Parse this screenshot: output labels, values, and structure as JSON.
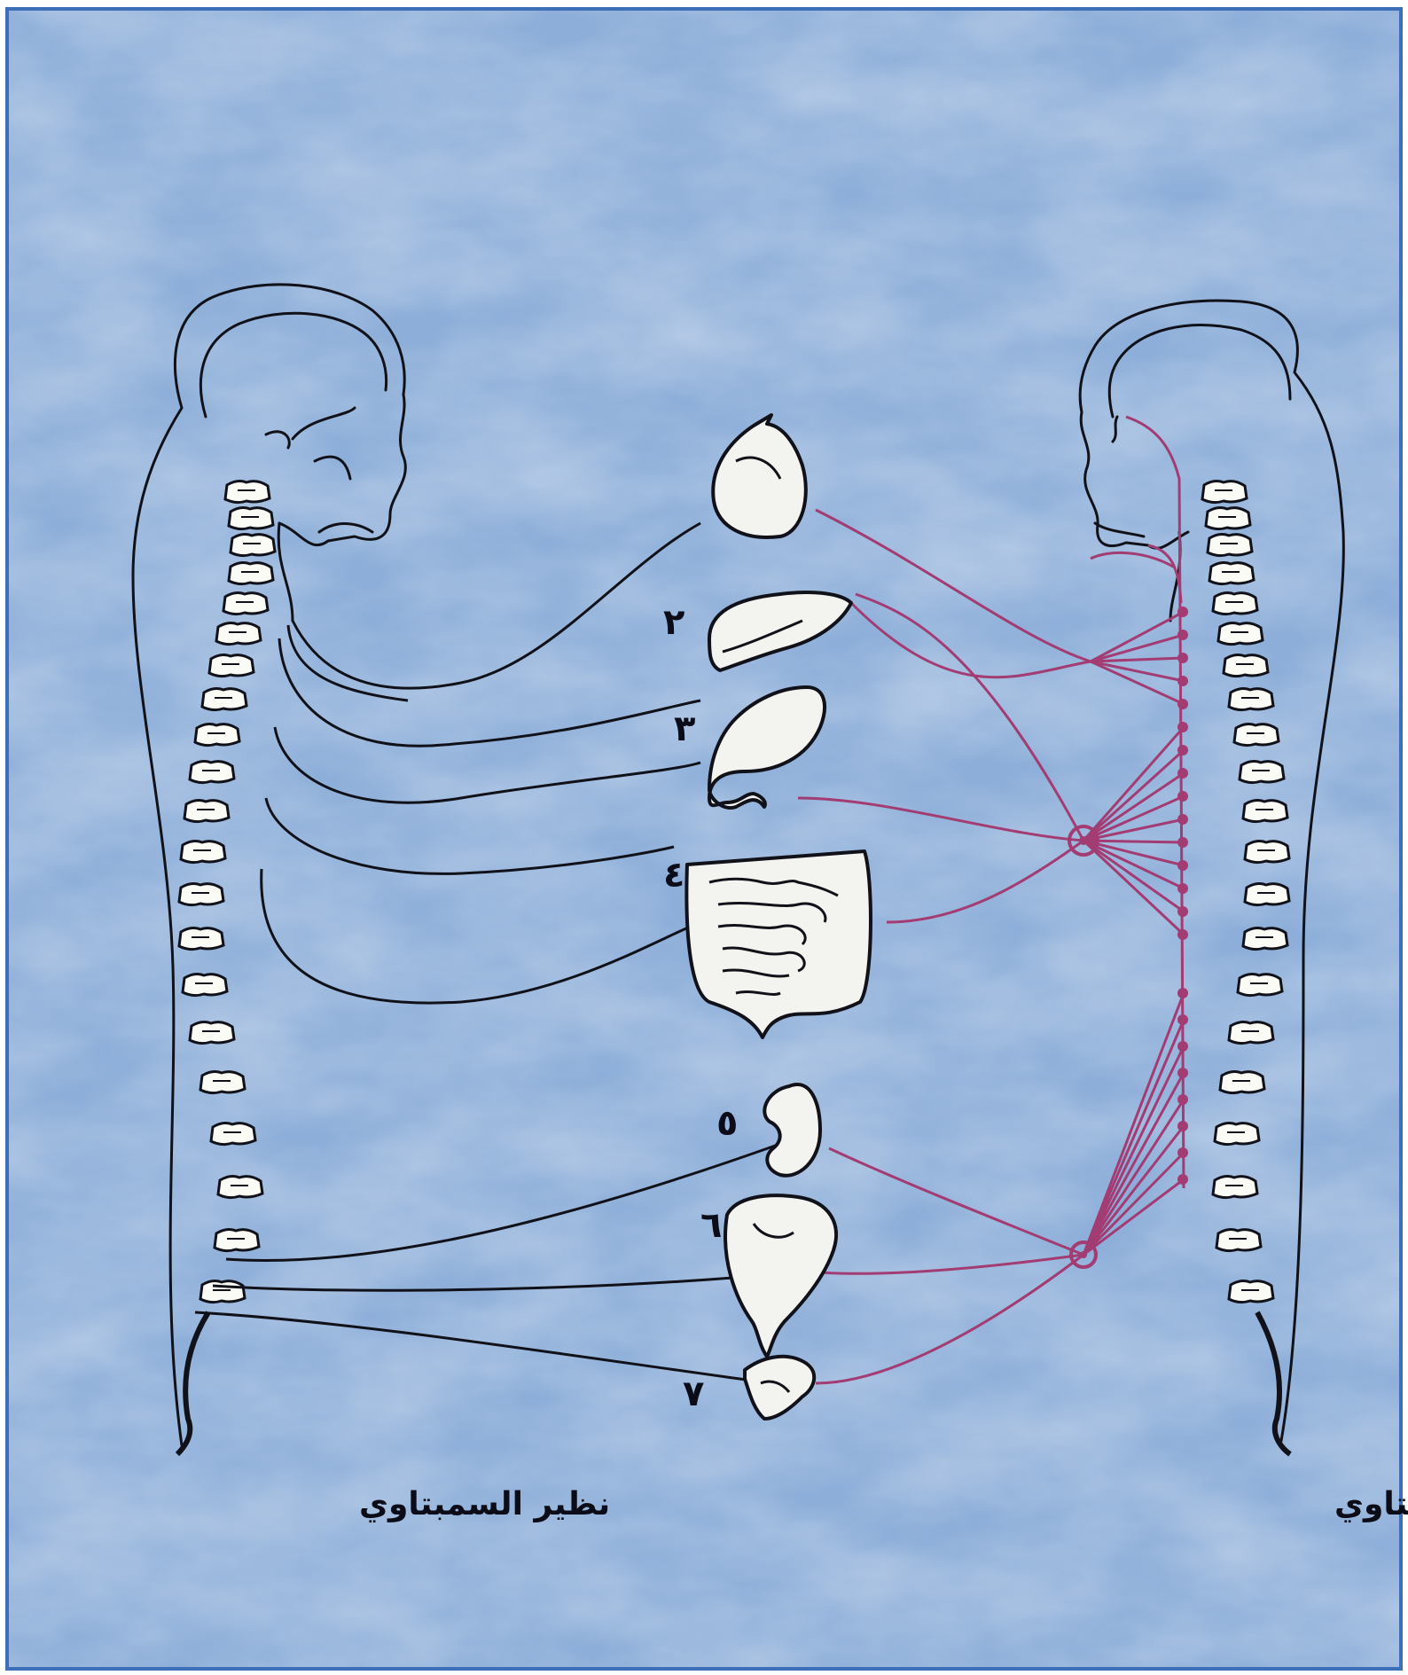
{
  "labels": {
    "parasympathetic": "نظير السمبتاوي",
    "sympathetic": "الجهاز العصبي السمبتاوي"
  },
  "organ_numbers": [
    "٢",
    "٣",
    "٤",
    "٥",
    "٦",
    "٧"
  ],
  "colors": {
    "background": "#8fb1dc",
    "frame": "#ffffff",
    "ink": "#111119",
    "sympathetic_nerve": "#a23c73",
    "organ_fill": "#f3f3ef"
  }
}
